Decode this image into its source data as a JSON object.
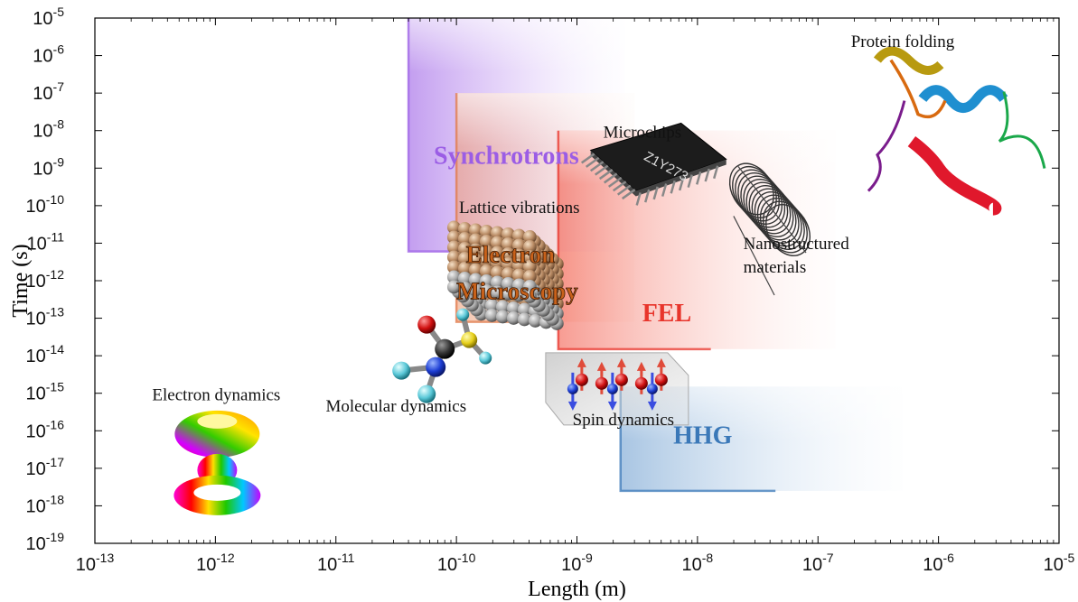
{
  "chart_data": {
    "type": "scatter",
    "xlabel": "Length (m)",
    "ylabel": "Time (s)",
    "x_scale": "log",
    "y_scale": "log",
    "xlim": [
      1e-13,
      1e-05
    ],
    "ylim": [
      1e-19,
      1e-05
    ],
    "x_ticks": [
      "10-13",
      "10-12",
      "10-11",
      "10-10",
      "10-9",
      "10-8",
      "10-7",
      "10-6",
      "10-5"
    ],
    "y_ticks": [
      "10-19",
      "10-18",
      "10-17",
      "10-16",
      "10-15",
      "10-14",
      "10-13",
      "10-12",
      "10-11",
      "10-10",
      "10-9",
      "10-8",
      "10-7",
      "10-6",
      "10-5"
    ],
    "x_tick_values": [
      -13,
      -12,
      -11,
      -10,
      -9,
      -8,
      -7,
      -6,
      -5
    ],
    "y_tick_values": [
      -19,
      -18,
      -17,
      -16,
      -15,
      -14,
      -13,
      -12,
      -11,
      -10,
      -9,
      -8,
      -7,
      -6,
      -5
    ],
    "regions": [
      {
        "name": "Synchrotrons",
        "color": "#9b5de5",
        "x_range": [
          4e-11,
          2.5e-09
        ],
        "y_range": [
          6e-12,
          1e-05
        ]
      },
      {
        "name": "Electron Microscopy",
        "color": "#e07a4a",
        "x_range": [
          1e-10,
          3e-09
        ],
        "y_range": [
          8e-14,
          1e-07
        ]
      },
      {
        "name": "FEL",
        "color": "#e8342b",
        "x_range": [
          7e-10,
          1.4e-07
        ],
        "y_range": [
          1.5e-14,
          1e-08
        ]
      },
      {
        "name": "HHG",
        "color": "#3a78b8",
        "x_range": [
          2.3e-09,
          5e-07
        ],
        "y_range": [
          2.5e-18,
          1.5e-15
        ]
      }
    ],
    "annotations": [
      {
        "text": "Protein folding",
        "x": 4e-07,
        "y": 1e-05
      },
      {
        "text": "Microchips",
        "x": 3e-09,
        "y": 1e-08
      },
      {
        "text": "Lattice vibrations",
        "x": 3e-10,
        "y": 1e-10
      },
      {
        "text": "Nanostructured materials",
        "x": 2e-08,
        "y": 3e-12
      },
      {
        "text": "Electron dynamics",
        "x": 1e-12,
        "y": 1e-15
      },
      {
        "text": "Molecular dynamics",
        "x": 5e-11,
        "y": 5e-16
      },
      {
        "text": "Spin dynamics",
        "x": 3e-09,
        "y": 2e-16
      }
    ],
    "grid": false,
    "colors": {
      "synchrotrons": "#9b5de5",
      "electron_microscopy": "#d2691e",
      "fel": "#e8342b",
      "hhg": "#3a78b8"
    }
  }
}
